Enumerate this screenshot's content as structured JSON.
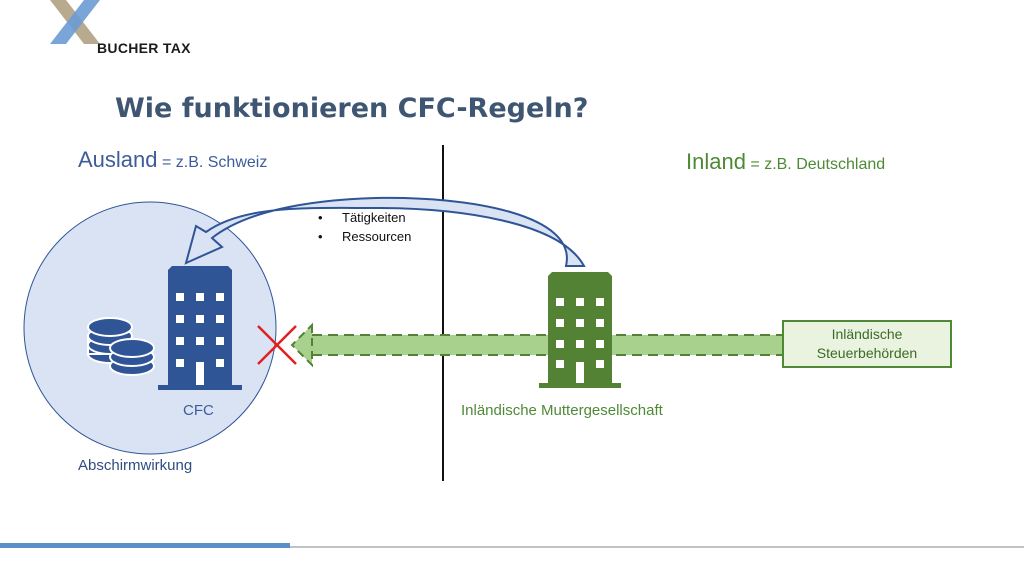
{
  "logo": {
    "text": "BUCHER TAX"
  },
  "title": "Wie funktionieren CFC-Regeln?",
  "ausland": {
    "main": "Ausland",
    "sub": " = z.B. Schweiz"
  },
  "inland": {
    "main": "Inland",
    "sub": " = z.B. Deutschland"
  },
  "bullets": [
    "Tätigkeiten",
    "Ressourcen"
  ],
  "cfc_label": "CFC",
  "abschirm_label": "Abschirmwirkung",
  "mutter_label": "Inländische Muttergesellschaft",
  "steuer_box": {
    "line1": "Inländische",
    "line2": "Steuerbehörden"
  },
  "icons": [
    "logo-x-icon",
    "coins-icon",
    "building-icon",
    "cross-icon"
  ],
  "colors": {
    "blue": "#2f5597",
    "green": "#548235",
    "light_blue": "#dae3f3",
    "light_green": "#a9d18e",
    "red": "#e02020",
    "title": "#3f5672"
  }
}
